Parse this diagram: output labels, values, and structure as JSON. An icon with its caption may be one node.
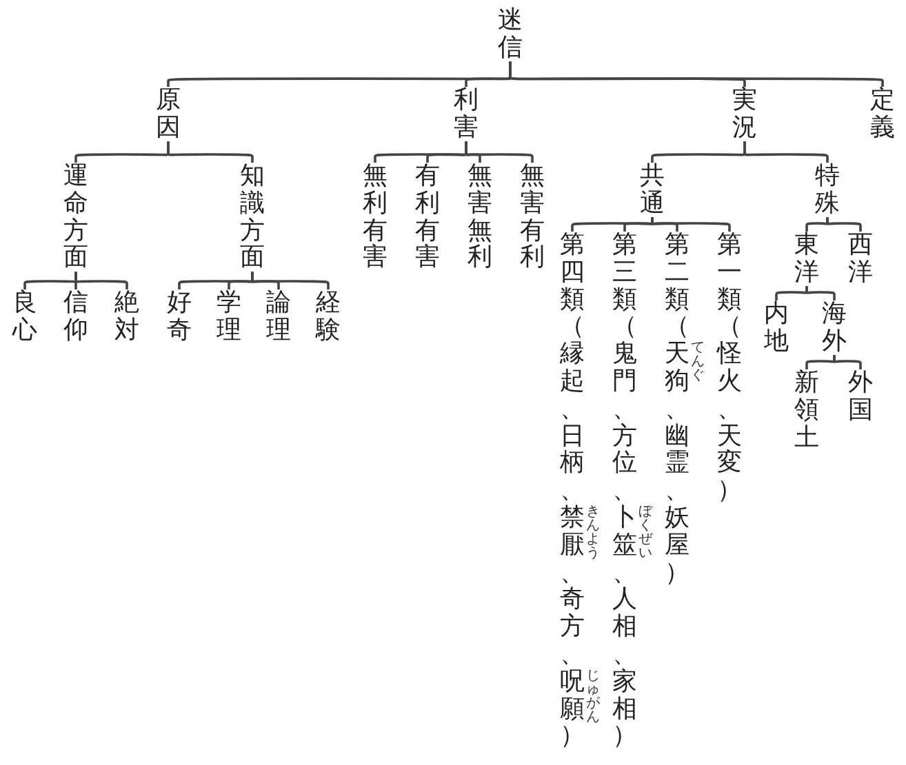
{
  "diagram": {
    "nodes": [
      {
        "text": [
          "迷信"
        ]
      },
      {
        "text": [
          "原因"
        ]
      },
      {
        "text": [
          "利害"
        ]
      },
      {
        "text": [
          "実況"
        ]
      },
      {
        "text": [
          "定義"
        ]
      },
      {
        "text": [
          "運命方面"
        ]
      },
      {
        "text": [
          "知識方面"
        ]
      },
      {
        "text": [
          "良心"
        ]
      },
      {
        "text": [
          "信仰"
        ]
      },
      {
        "text": [
          "絶対"
        ]
      },
      {
        "text": [
          "好奇"
        ]
      },
      {
        "text": [
          "学理"
        ]
      },
      {
        "text": [
          "論理"
        ]
      },
      {
        "text": [
          "経験"
        ]
      },
      {
        "text": [
          "無利有害"
        ]
      },
      {
        "text": [
          "有利有害"
        ]
      },
      {
        "text": [
          "無害無利"
        ]
      },
      {
        "text": [
          "無害有利"
        ]
      },
      {
        "text": [
          "共通"
        ]
      },
      {
        "text": [
          "特殊"
        ]
      },
      {
        "text": [
          "第四類（縁起、日柄、禁厭、奇方、呪願）"
        ],
        "beside": [
          "きんよう",
          "じゅがん"
        ]
      },
      {
        "text": [
          "第三類（鬼門、方位、卜筮、人相、家相）"
        ],
        "beside": [
          "ぼくぜい"
        ]
      },
      {
        "text": [
          "第二類（天狗、幽霊、妖屋）"
        ],
        "beside": [
          "てんぐ"
        ]
      },
      {
        "text": [
          "第一類（怪火、天変）"
        ]
      },
      {
        "text": [
          "東洋"
        ]
      },
      {
        "text": [
          "西洋"
        ]
      },
      {
        "text": [
          "内地"
        ]
      },
      {
        "text": [
          "海外"
        ]
      },
      {
        "text": [
          "新領土"
        ]
      },
      {
        "text": [
          "外国"
        ]
      }
    ],
    "edges": [
      {
        "from": 0,
        "to": 1,
        "arrow": "none"
      },
      {
        "from": 0,
        "to": 2,
        "arrow": "none"
      },
      {
        "from": 0,
        "to": 3,
        "arrow": "none"
      },
      {
        "from": 0,
        "to": 4,
        "arrow": "none"
      },
      {
        "from": 1,
        "to": 5,
        "arrow": "none"
      },
      {
        "from": 1,
        "to": 6,
        "arrow": "none"
      },
      {
        "from": 5,
        "to": 7,
        "arrow": "none"
      },
      {
        "from": 5,
        "to": 8,
        "arrow": "none"
      },
      {
        "from": 5,
        "to": 9,
        "arrow": "none"
      },
      {
        "from": 6,
        "to": 10,
        "arrow": "none"
      },
      {
        "from": 6,
        "to": 11,
        "arrow": "none"
      },
      {
        "from": 6,
        "to": 12,
        "arrow": "none"
      },
      {
        "from": 6,
        "to": 13,
        "arrow": "none"
      },
      {
        "from": 2,
        "to": 14,
        "arrow": "none"
      },
      {
        "from": 2,
        "to": 15,
        "arrow": "none"
      },
      {
        "from": 2,
        "to": 16,
        "arrow": "none"
      },
      {
        "from": 2,
        "to": 17,
        "arrow": "none"
      },
      {
        "from": 3,
        "to": 18,
        "arrow": "none"
      },
      {
        "from": 3,
        "to": 19,
        "arrow": "none"
      },
      {
        "from": 18,
        "to": 20,
        "arrow": "none"
      },
      {
        "from": 18,
        "to": 21,
        "arrow": "none"
      },
      {
        "from": 18,
        "to": 22,
        "arrow": "none"
      },
      {
        "from": 18,
        "to": 23,
        "arrow": "none"
      },
      {
        "from": 19,
        "to": 24,
        "arrow": "none"
      },
      {
        "from": 19,
        "to": 25,
        "arrow": "none"
      },
      {
        "from": 24,
        "to": 26,
        "arrow": "none"
      },
      {
        "from": 24,
        "to": 27,
        "arrow": "none"
      },
      {
        "from": 27,
        "to": 28,
        "arrow": "none"
      },
      {
        "from": 27,
        "to": 29,
        "arrow": "none"
      }
    ]
  }
}
